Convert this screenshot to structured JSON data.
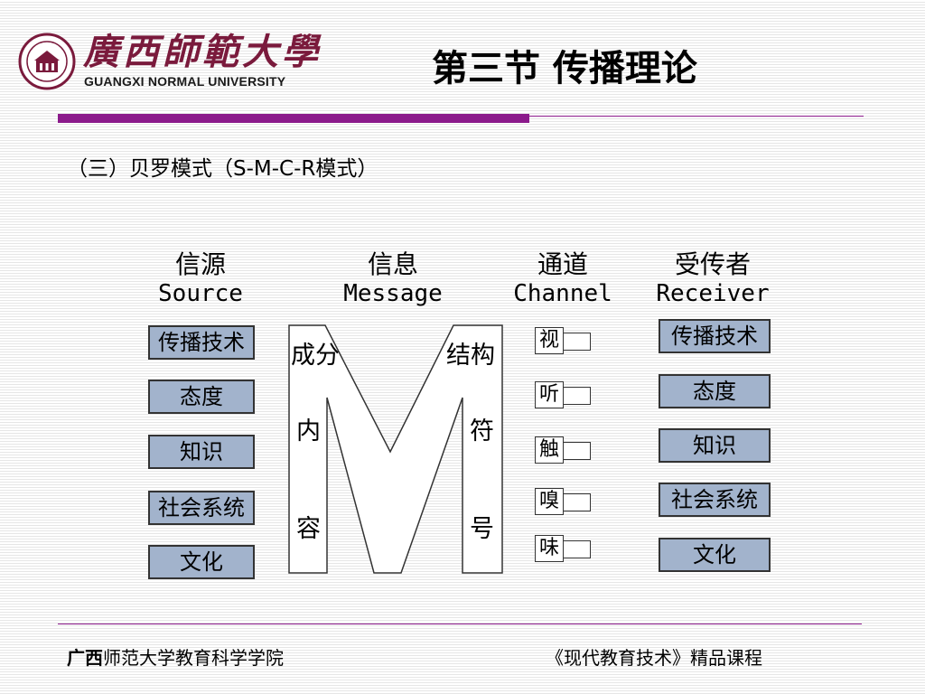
{
  "header": {
    "logo_cn": "廣西師範大學",
    "logo_en": "GUANGXI NORMAL UNIVERSITY",
    "title": "第三节 传播理论"
  },
  "subtitle": "（三）贝罗模式（S-M-C-R模式）",
  "columns": {
    "source": {
      "cn": "信源",
      "en": "Source"
    },
    "message": {
      "cn": "信息",
      "en": "Message"
    },
    "channel": {
      "cn": "通道",
      "en": "Channel"
    },
    "receiver": {
      "cn": "受传者",
      "en": "Receiver"
    }
  },
  "source_items": [
    "传播技术",
    "态度",
    "知识",
    "社会系统",
    "文化"
  ],
  "receiver_items": [
    "传播技术",
    "态度",
    "知识",
    "社会系统",
    "文化"
  ],
  "message_left": {
    "top": "成分",
    "mid": "内",
    "bot": "容"
  },
  "message_right": {
    "top": "结构",
    "mid": "符",
    "bot": "号"
  },
  "channel_items": [
    "视",
    "听",
    "触",
    "嗅",
    "味"
  ],
  "footer": {
    "left_bold": "广西",
    "left_rest": "师范大学教育科学学院",
    "right": "《现代教育技术》精品课程"
  },
  "colors": {
    "accent": "#8b1a8b",
    "box_fill": "#a2b3cc",
    "logo": "#7a1a3c"
  }
}
